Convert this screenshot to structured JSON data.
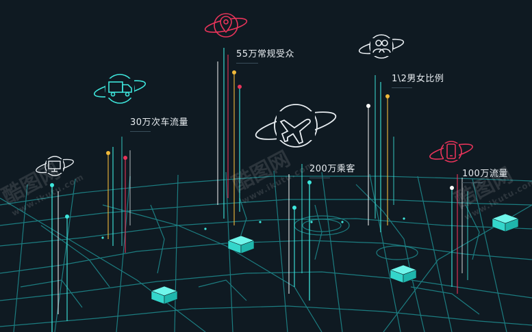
{
  "labels": {
    "audience": "55万常规受众",
    "gender_ratio": "1\\2男女比例",
    "vehicles": "30万次车流量",
    "passengers": "200万乘客",
    "traffic": "100万流量"
  },
  "watermark": {
    "text": "酷图网",
    "url": "www.ikutu.com"
  },
  "colors": {
    "background": "#0f1a22",
    "map_lines": "#1f8f92",
    "cyan": "#3ee6dc",
    "red": "#e8345a",
    "yellow": "#f0b93a",
    "white": "#ffffff"
  },
  "icons": [
    "location-pin-icon",
    "people-icon",
    "truck-icon",
    "airplane-icon",
    "monitor-icon",
    "phone-icon",
    "box-icon"
  ]
}
